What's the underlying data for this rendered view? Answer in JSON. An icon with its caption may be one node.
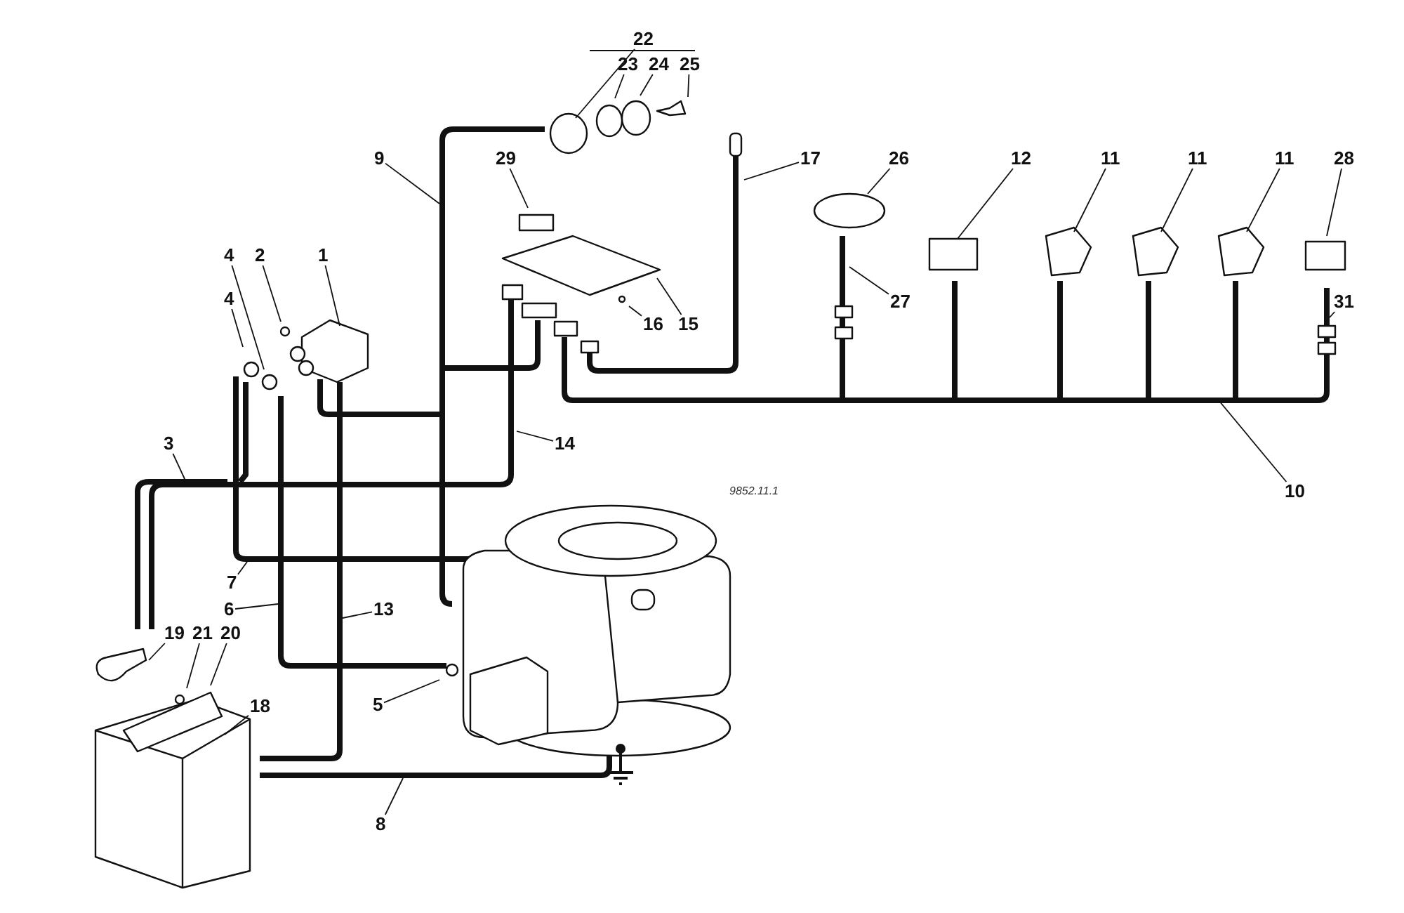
{
  "diagram": {
    "nodes": [
      {
        "text": [
          "22"
        ]
      },
      {
        "text": [
          "23"
        ]
      },
      {
        "text": [
          "24"
        ]
      },
      {
        "text": [
          "25"
        ]
      },
      {
        "text": [
          "29"
        ]
      },
      {
        "text": [
          "9"
        ]
      },
      {
        "text": [
          "17"
        ]
      },
      {
        "text": [
          "26"
        ]
      },
      {
        "text": [
          "12"
        ]
      },
      {
        "text": [
          "11"
        ]
      },
      {
        "text": [
          "11"
        ]
      },
      {
        "text": [
          "11"
        ]
      },
      {
        "text": [
          "28"
        ]
      },
      {
        "text": [
          "1"
        ]
      },
      {
        "text": [
          "2"
        ]
      },
      {
        "text": [
          "4"
        ]
      },
      {
        "text": [
          "4"
        ]
      },
      {
        "text": [
          "16"
        ]
      },
      {
        "text": [
          "15"
        ]
      },
      {
        "text": [
          "27"
        ]
      },
      {
        "text": [
          "31"
        ]
      },
      {
        "text": [
          "14"
        ]
      },
      {
        "text": [
          "3"
        ]
      },
      {
        "text": [
          "10"
        ]
      },
      {
        "text": [
          "7"
        ]
      },
      {
        "text": [
          "6"
        ]
      },
      {
        "text": [
          "13"
        ]
      },
      {
        "text": [
          "19"
        ]
      },
      {
        "text": [
          "21"
        ]
      },
      {
        "text": [
          "20"
        ]
      },
      {
        "text": [
          "18"
        ]
      },
      {
        "text": [
          "5"
        ]
      },
      {
        "text": [
          "8"
        ]
      }
    ],
    "edges": [
      {
        "from": 0,
        "to": null,
        "arrow": "none"
      },
      {
        "from": 1,
        "to": null,
        "arrow": "none"
      },
      {
        "from": 2,
        "to": null,
        "arrow": "none"
      },
      {
        "from": 3,
        "to": null,
        "arrow": "none"
      },
      {
        "from": 4,
        "to": null,
        "arrow": "none"
      },
      {
        "from": 5,
        "to": null,
        "arrow": "none"
      },
      {
        "from": 6,
        "to": null,
        "arrow": "none"
      },
      {
        "from": 7,
        "to": null,
        "arrow": "none"
      },
      {
        "from": 8,
        "to": null,
        "arrow": "none"
      },
      {
        "from": 9,
        "to": null,
        "arrow": "none"
      },
      {
        "from": 10,
        "to": null,
        "arrow": "none"
      },
      {
        "from": 11,
        "to": null,
        "arrow": "none"
      },
      {
        "from": 12,
        "to": null,
        "arrow": "none"
      },
      {
        "from": 13,
        "to": null,
        "arrow": "none"
      },
      {
        "from": 14,
        "to": null,
        "arrow": "none"
      },
      {
        "from": 15,
        "to": null,
        "arrow": "none"
      },
      {
        "from": 16,
        "to": null,
        "arrow": "none"
      },
      {
        "from": 17,
        "to": null,
        "arrow": "none"
      },
      {
        "from": 18,
        "to": null,
        "arrow": "none"
      },
      {
        "from": 19,
        "to": null,
        "arrow": "none"
      },
      {
        "from": 20,
        "to": null,
        "arrow": "none"
      },
      {
        "from": 21,
        "to": null,
        "arrow": "none"
      },
      {
        "from": 22,
        "to": null,
        "arrow": "none"
      },
      {
        "from": 23,
        "to": null,
        "arrow": "none"
      },
      {
        "from": 24,
        "to": null,
        "arrow": "none"
      },
      {
        "from": 25,
        "to": null,
        "arrow": "none"
      },
      {
        "from": 26,
        "to": null,
        "arrow": "none"
      },
      {
        "from": 27,
        "to": null,
        "arrow": "none"
      },
      {
        "from": 28,
        "to": null,
        "arrow": "none"
      },
      {
        "from": 29,
        "to": null,
        "arrow": "none"
      },
      {
        "from": 30,
        "to": null,
        "arrow": "none"
      },
      {
        "from": 31,
        "to": null,
        "arrow": "none"
      },
      {
        "from": 32,
        "to": null,
        "arrow": "none"
      }
    ],
    "labels": [
      "9852.11.1"
    ]
  }
}
